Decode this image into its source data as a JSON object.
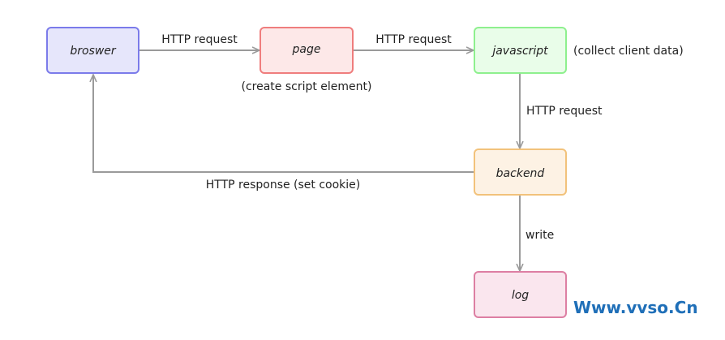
{
  "nodes": {
    "browser": {
      "label": "broswer",
      "fill": "#e6e6fb",
      "stroke": "#7b7bea"
    },
    "page": {
      "label": "page",
      "fill": "#fde8e8",
      "stroke": "#ef7d7d"
    },
    "javascript": {
      "label": "javascript",
      "fill": "#e9fde9",
      "stroke": "#8ef08e"
    },
    "backend": {
      "label": "backend",
      "fill": "#fdf2e4",
      "stroke": "#f2c27b"
    },
    "log": {
      "label": "log",
      "fill": "#fae6ee",
      "stroke": "#dd7fa3"
    }
  },
  "notes": {
    "page": "(create script element)",
    "javascript": "(collect client data)"
  },
  "edges": {
    "browser_to_page": "HTTP request",
    "page_to_javascript": "HTTP request",
    "javascript_to_backend": "HTTP request",
    "backend_to_browser": "HTTP response (set cookie)",
    "backend_to_log": "write"
  },
  "watermark": "Www.vvso.Cn",
  "colors": {
    "edge": "#9a9a9a",
    "text": "#222222",
    "watermark": "#1f6fb8"
  }
}
